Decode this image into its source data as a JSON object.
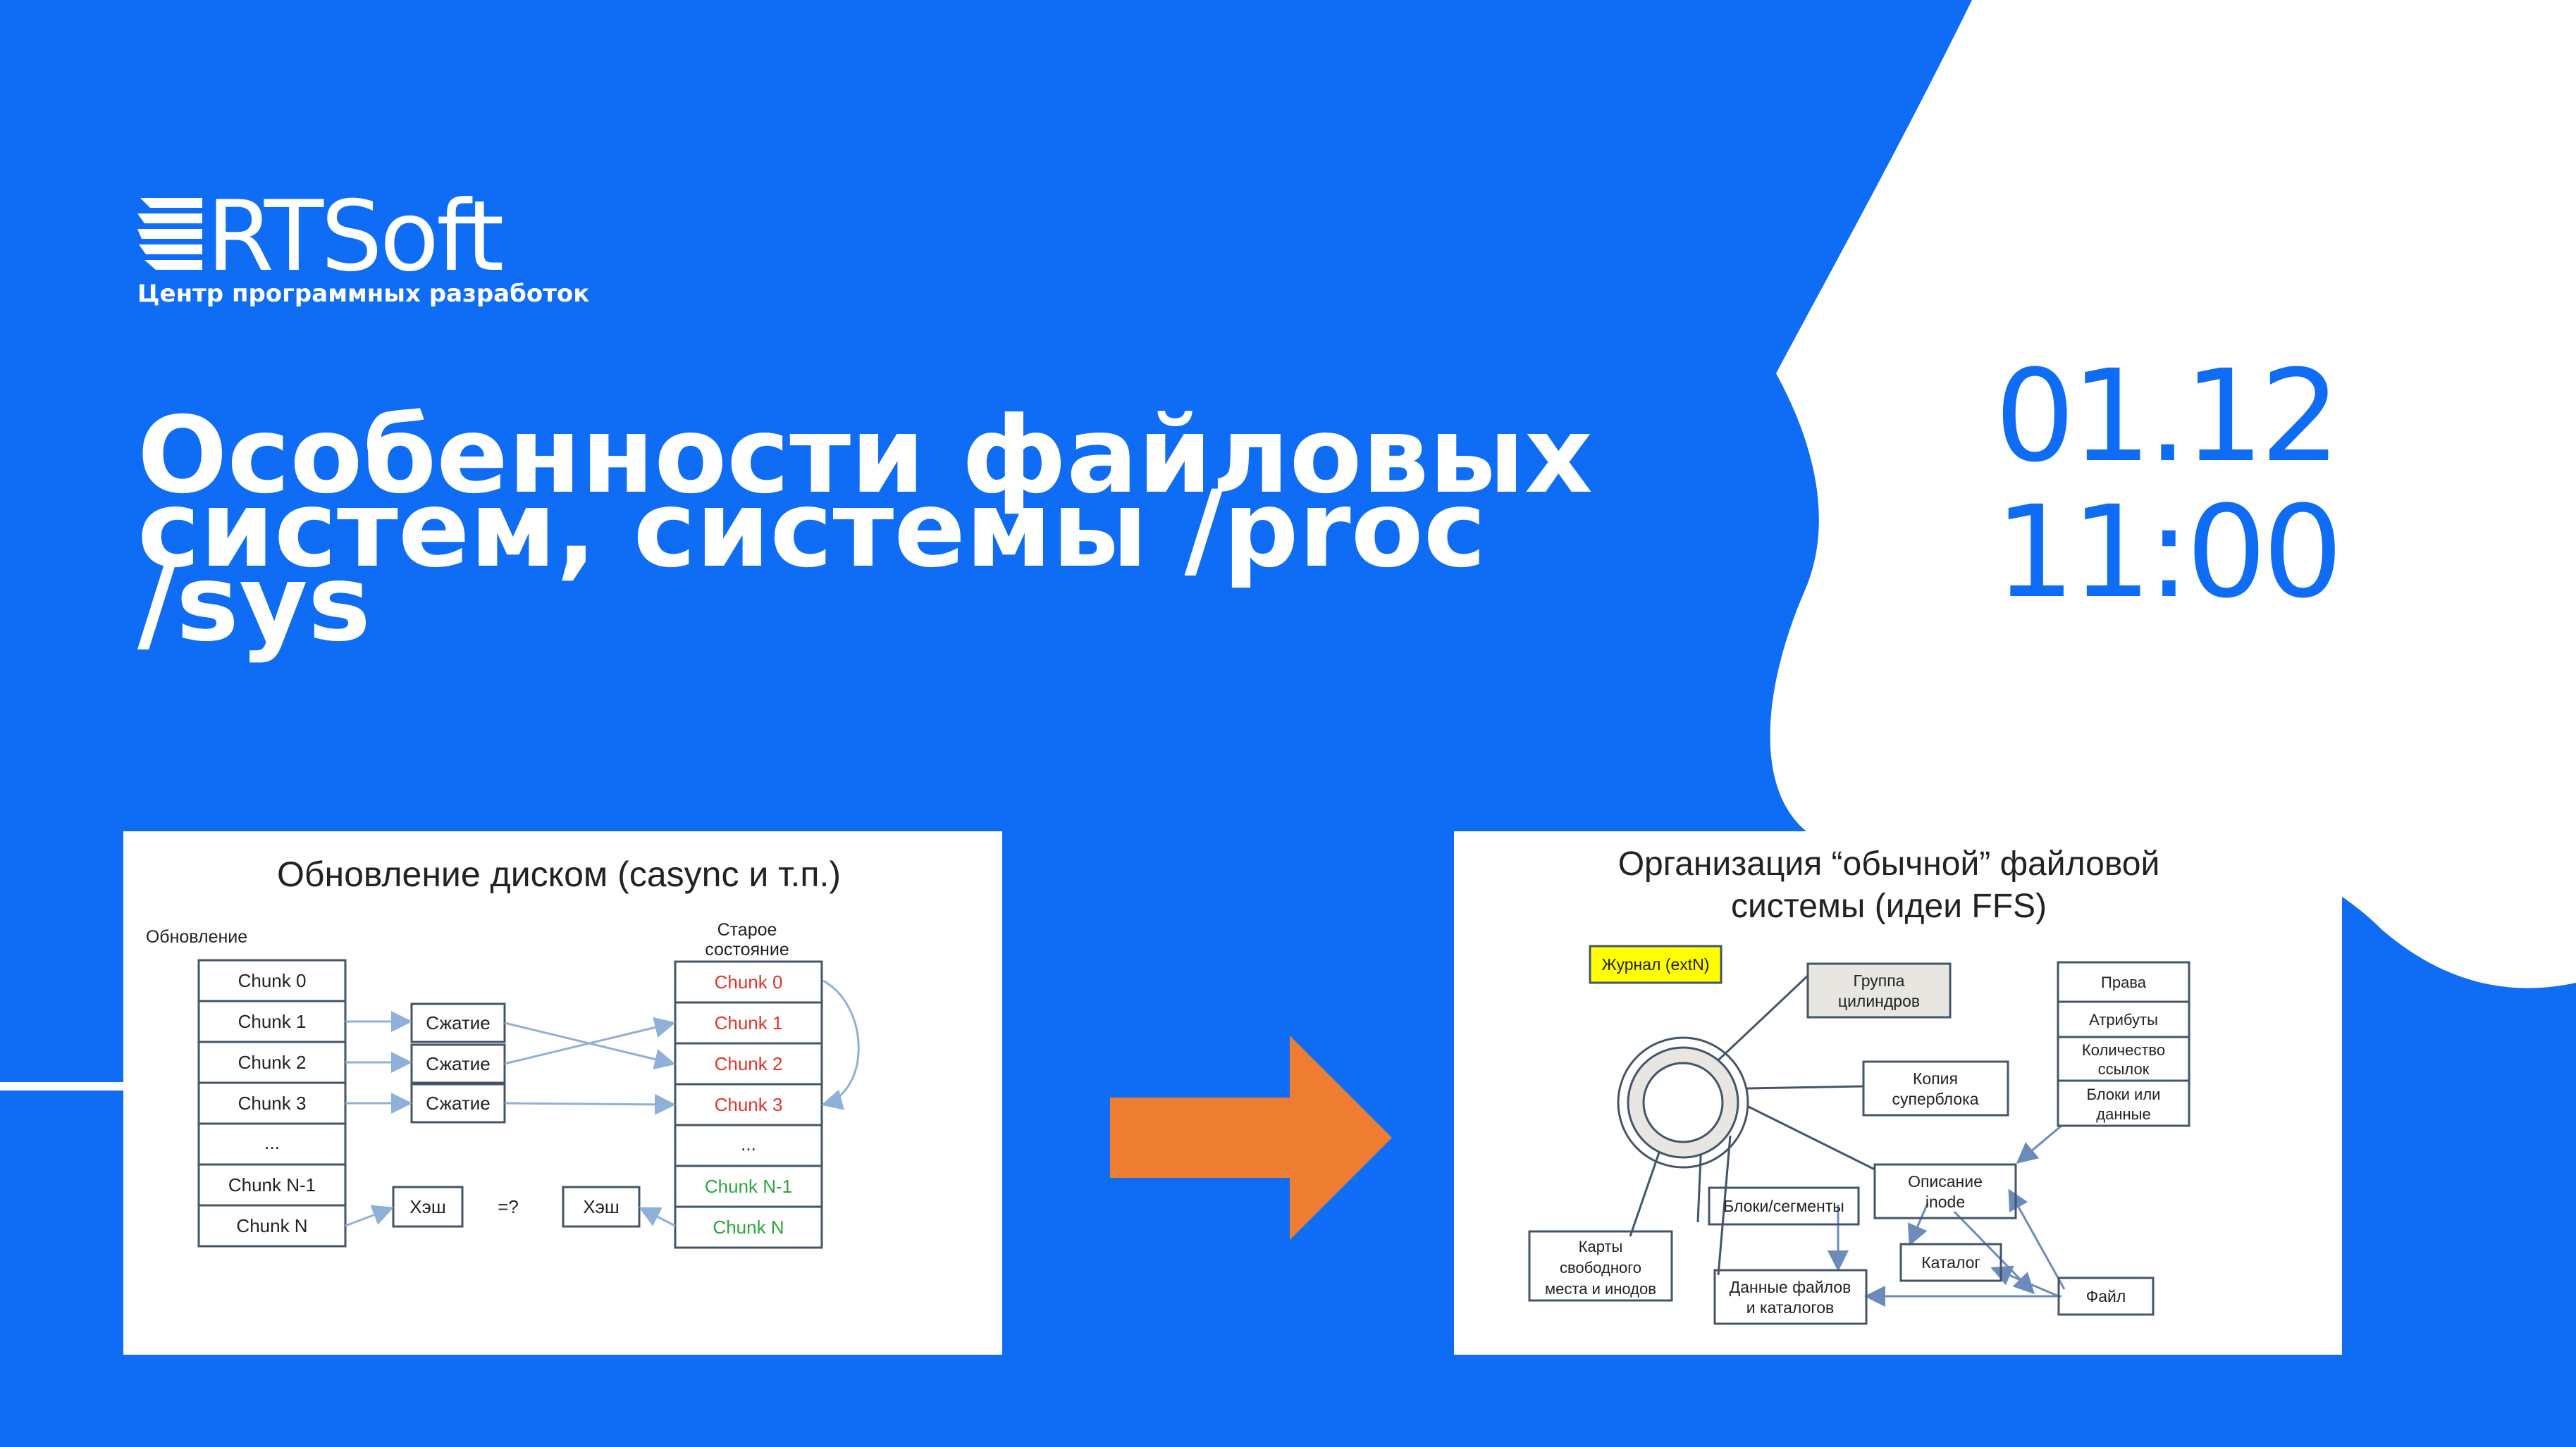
{
  "logo": {
    "name": "RTSoft",
    "subtitle": "Центр программных разработок"
  },
  "title": {
    "lines": [
      "Особенности файловых",
      "систем, системы /proc",
      "/sys"
    ]
  },
  "schedule": {
    "date": "01.12",
    "time": "11:00"
  },
  "colors": {
    "background": "#0f6cf5",
    "accent_white": "#ffffff",
    "arrow": "#ed7d31",
    "old_state_text": "#e8322a",
    "new_chunk_text": "#2aa63f",
    "note_box": "#ffff00"
  },
  "left_slide": {
    "title": "Обновление диском (casync и т.п.)",
    "update_label": "Обновление",
    "old_state_label_1": "Старое",
    "old_state_label_2": "состояние",
    "new_chunks": [
      "Chunk 0",
      "Chunk 1",
      "Chunk 2",
      "Chunk 3",
      "...",
      "Chunk N-1",
      "Chunk N"
    ],
    "compress_label": "Сжатие",
    "hash_label": "Хэш",
    "compare_label": "=?",
    "old_chunks": [
      "Chunk 0",
      "Chunk 1",
      "Chunk 2",
      "Chunk 3",
      "...",
      "Chunk N-1",
      "Chunk N"
    ]
  },
  "right_slide": {
    "title_line1": "Организация “обычной” файловой",
    "title_line2": "системы (идеи FFS)",
    "journal": "Журнал (extN)",
    "cylinder_group_1": "Группа",
    "cylinder_group_2": "цилиндров",
    "superblock_copy_1": "Копия",
    "superblock_copy_2": "суперблока",
    "inode_desc_1": "Описание",
    "inode_desc_2": "inode",
    "blocks_segments": "Блоки/сегменты",
    "free_maps_1": "Карты",
    "free_maps_2": "свободного",
    "free_maps_3": "места и инодов",
    "file_data_1": "Данные файлов",
    "file_data_2": "и каталогов",
    "catalog": "Каталог",
    "file": "Файл",
    "attrs": {
      "rights": "Права",
      "attributes": "Атрибуты",
      "links_1": "Количество",
      "links_2": "ссылок",
      "blocks_1": "Блоки или",
      "blocks_2": "данные"
    }
  }
}
